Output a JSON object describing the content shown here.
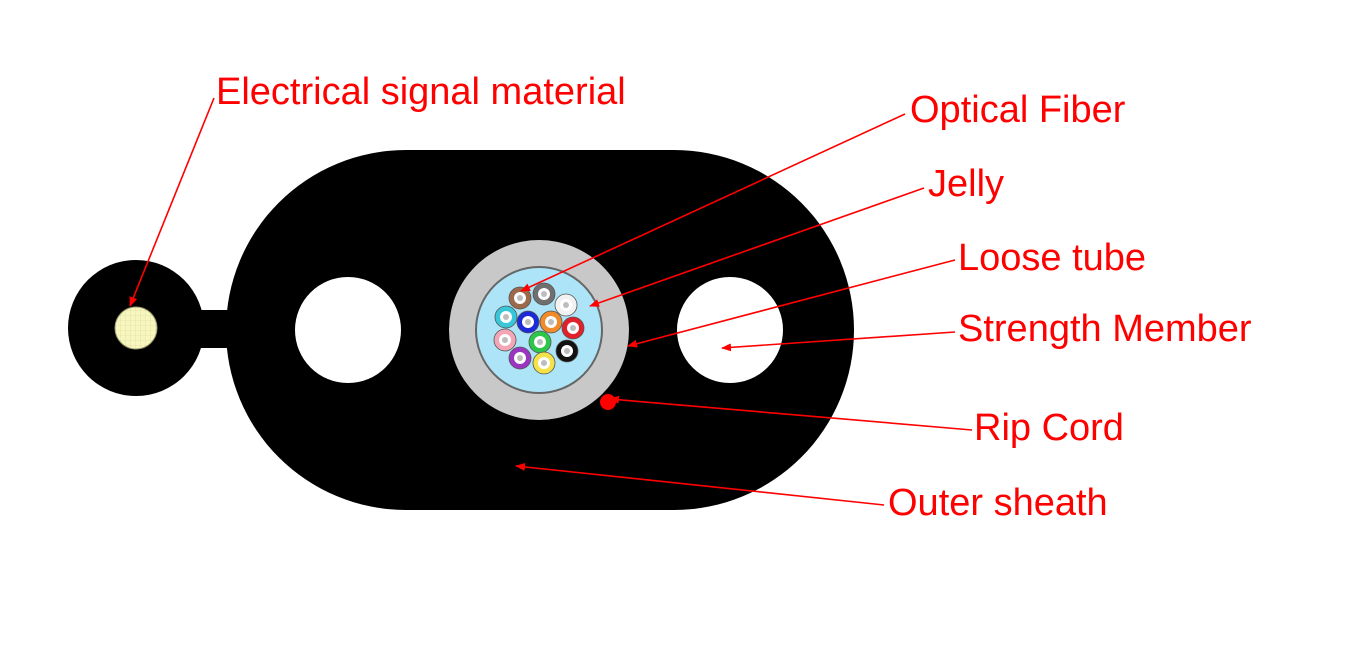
{
  "colors": {
    "label": "#ff0000",
    "leader": "#ff0000",
    "sheath": "#000000",
    "background": "#ffffff",
    "loose_tube": "#c8c8c8",
    "jelly": "#aee4f8",
    "electrical_core": "#f8f6bf"
  },
  "labels": {
    "electrical_signal_material": "Electrical signal material",
    "optical_fiber": "Optical Fiber",
    "jelly": "Jelly",
    "loose_tube": "Loose tube",
    "strength_member": "Strength Member",
    "rip_cord": "Rip Cord",
    "outer_sheath": "Outer sheath"
  },
  "fibers": [
    {
      "name": "brown-fiber",
      "color": "#9b6a4a"
    },
    {
      "name": "slate-fiber",
      "color": "#6f6f6f"
    },
    {
      "name": "white-fiber",
      "color": "#f2f2f2"
    },
    {
      "name": "aqua-fiber",
      "color": "#38c7d8"
    },
    {
      "name": "blue-fiber",
      "color": "#1d2ad8"
    },
    {
      "name": "orange-fiber",
      "color": "#f08a2a"
    },
    {
      "name": "red-fiber",
      "color": "#e0202a"
    },
    {
      "name": "rose-fiber",
      "color": "#f3a6b6"
    },
    {
      "name": "green-fiber",
      "color": "#2ec64a"
    },
    {
      "name": "black-fiber",
      "color": "#111111"
    },
    {
      "name": "violet-fiber",
      "color": "#9a35c0"
    },
    {
      "name": "yellow-fiber",
      "color": "#f4e24a"
    }
  ]
}
